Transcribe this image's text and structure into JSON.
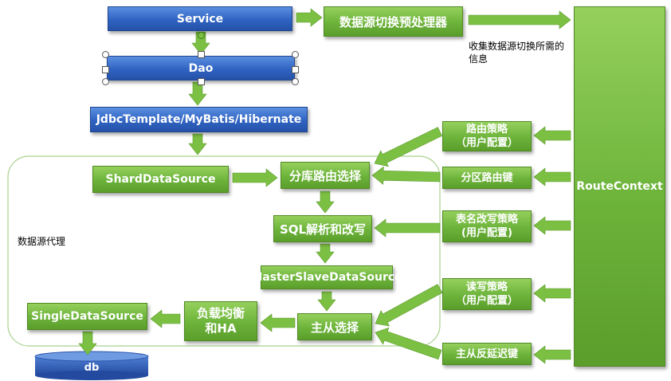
{
  "top": {
    "service": "Service",
    "dao": "Dao",
    "orm": "JdbcTemplate/MyBatis/Hibernate",
    "preprocessor": "数据源切换预处理器",
    "collect_note": "收集数据源切换所需的信息"
  },
  "proxy": {
    "label": "数据源代理",
    "shard": "ShardDataSource",
    "db_routing": "分库路由选择",
    "sql_rewrite": "SQL解析和改写",
    "master_slave": "MasterSlaveDataSource",
    "master_slave_select": "主从选择",
    "load_balance": "负载均衡和HA",
    "single": "SingleDataSource"
  },
  "db": "db",
  "context": {
    "route_context": "RouteContext",
    "routing_strategy": "路由策略\n（用户配置）",
    "partition_key": "分区路由键",
    "table_rewrite": "表名改写策略\n(用户配置)",
    "rw_strategy": "读写策略\n（用户配置）",
    "replication_delay": "主从反延迟键"
  },
  "colors": {
    "blue": "#2f63c2",
    "green": "#6cb33a",
    "arrow": "#7cc043",
    "proxy_border": "#a9d08e"
  }
}
